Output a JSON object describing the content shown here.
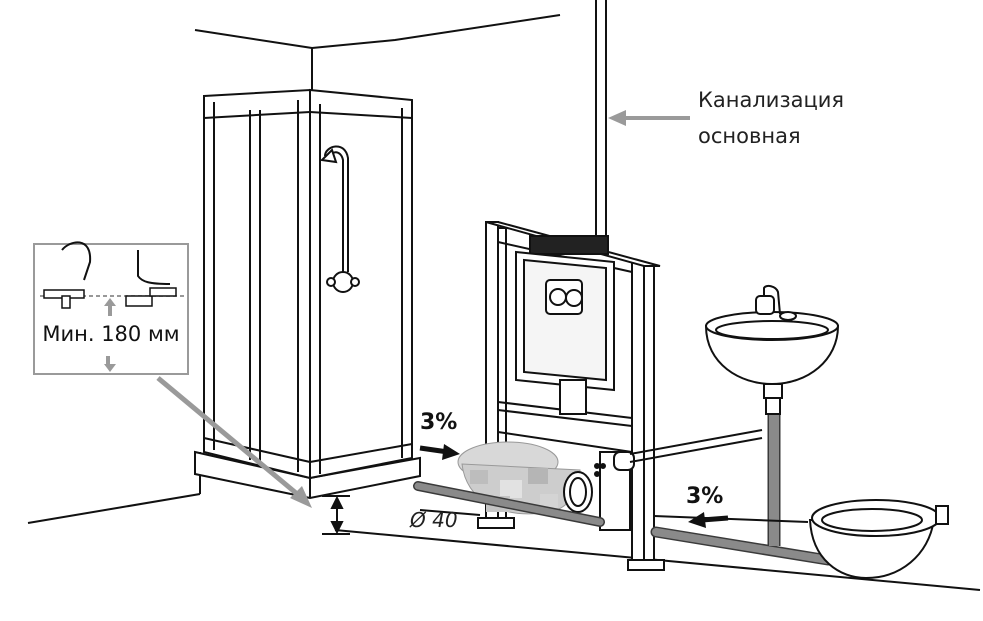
{
  "labels": {
    "sewer_line1": "Канализация",
    "sewer_line2": "основная",
    "slope_left": "3%",
    "slope_right": "3%",
    "pipe_diameter": "Ø 40",
    "min_height": "Мин. 180 мм"
  },
  "colors": {
    "line": "#111111",
    "arrow": "#9a9a9a",
    "pipe": "#8a8a8a",
    "pipe_edge": "#3a3a3a",
    "inset_border": "#9a9a9a",
    "inset_fill": "#ffffff",
    "blur": "#c8c8c8"
  }
}
